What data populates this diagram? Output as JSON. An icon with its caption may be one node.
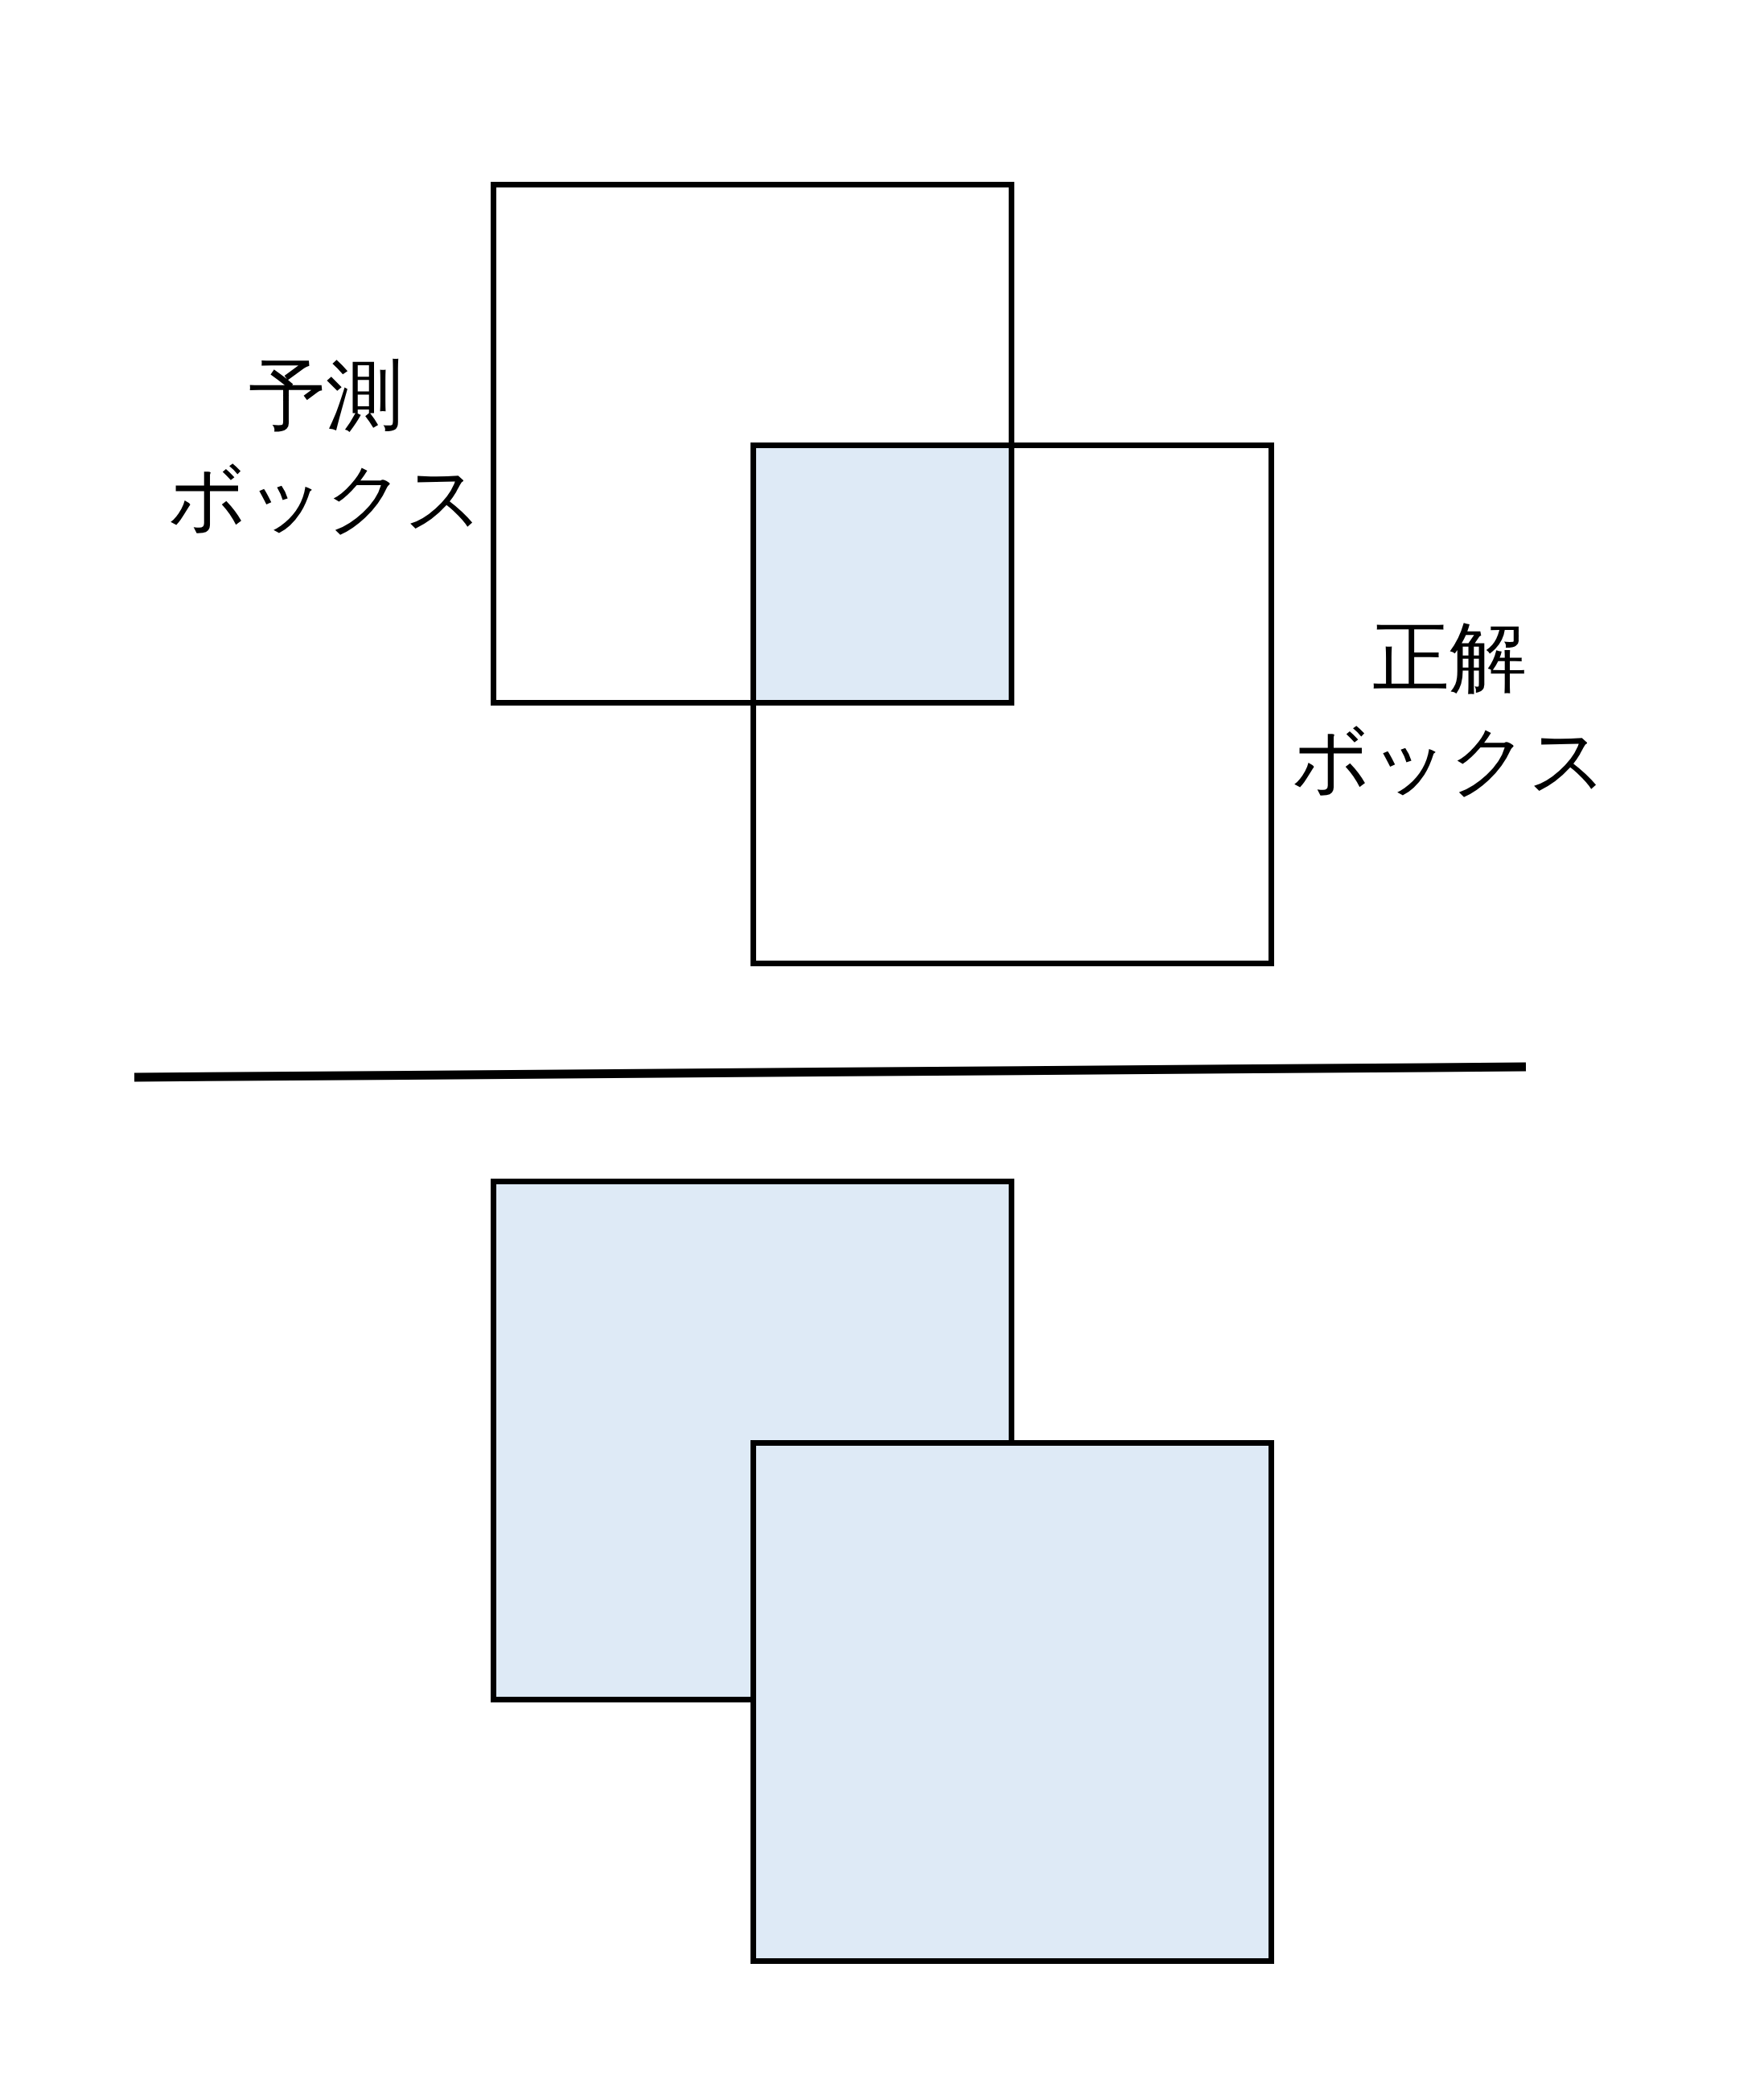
{
  "diagram": {
    "nodes": [
      {
        "text": [
          "予測ボックス"
        ]
      },
      {
        "text": [
          "正解ボックス"
        ]
      },
      {
        "text": [],
        "shape": "box"
      },
      {
        "text": [],
        "shape": "box"
      },
      {
        "text": [],
        "shape": "box"
      }
    ]
  }
}
